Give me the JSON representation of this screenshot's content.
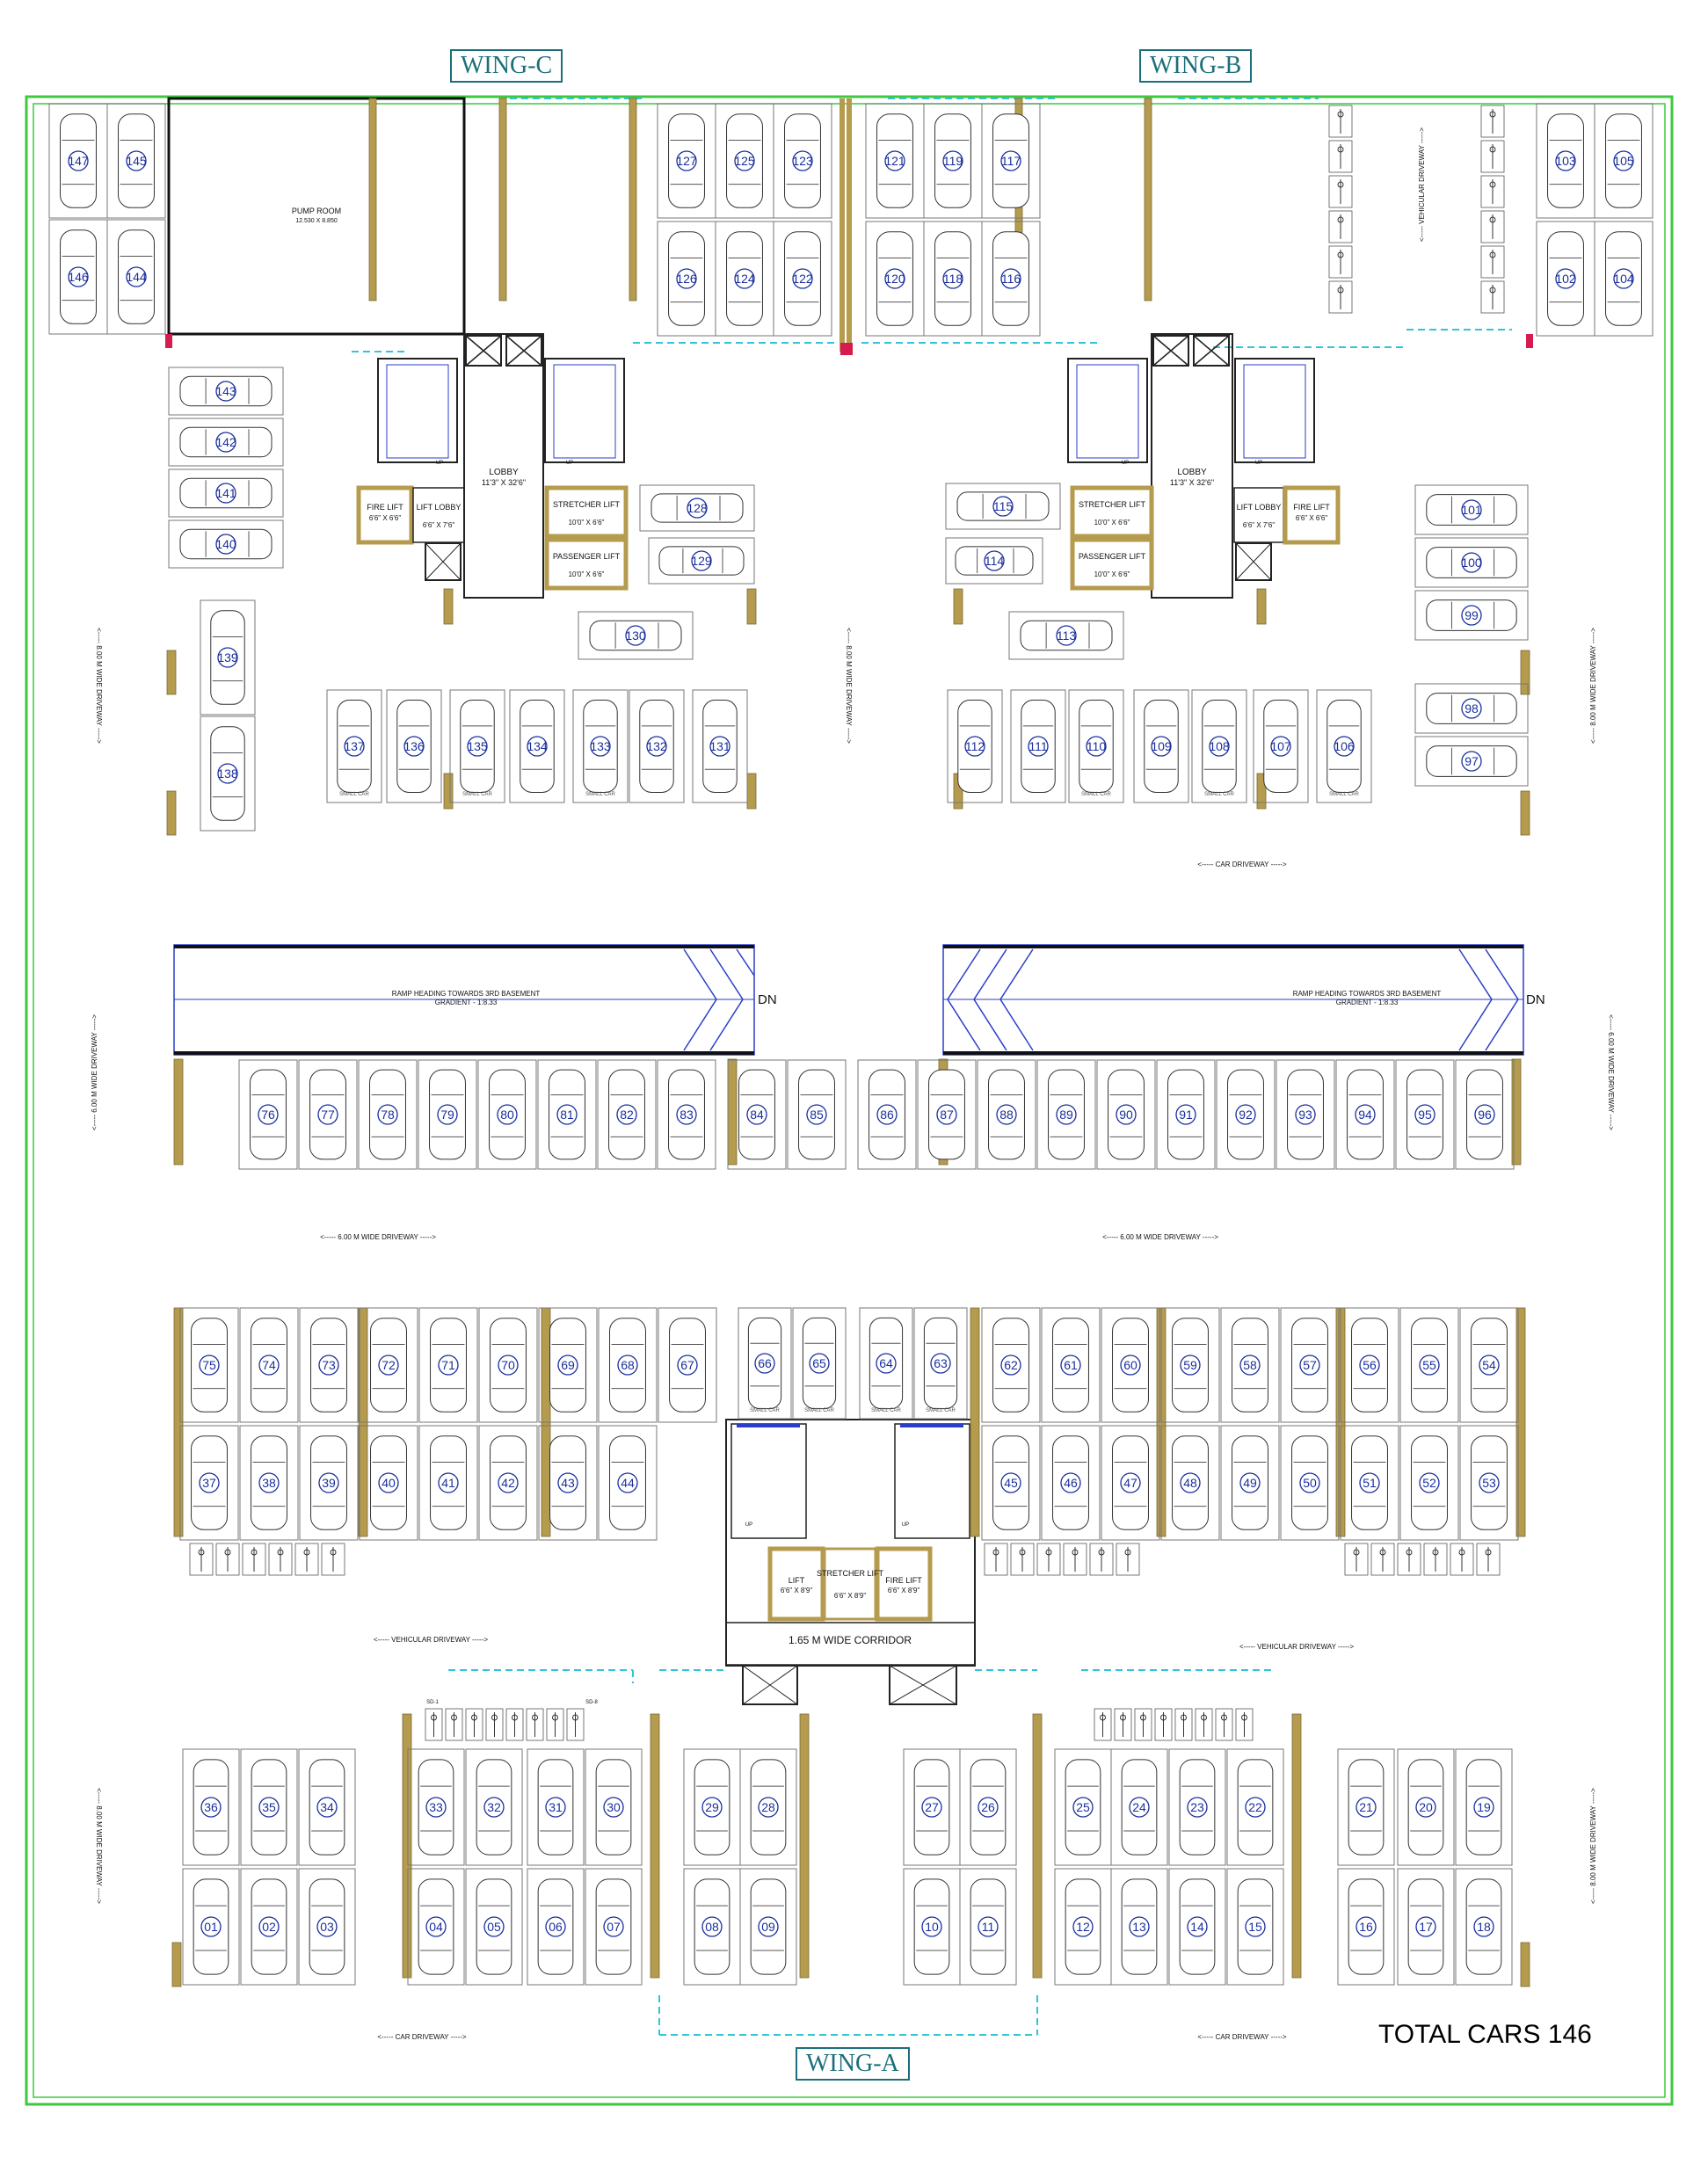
{
  "wings": {
    "c": "WING-C",
    "b": "WING-B",
    "a": "WING-A"
  },
  "total_label": "TOTAL CARS 146",
  "labels": {
    "pump_room": "PUMP ROOM",
    "pump_room_size": "12.530 X 8.850",
    "lobby": "LOBBY",
    "lobby_size": "11'3\" X 32'6\"",
    "lift_lobby": "LIFT LOBBY",
    "lift_lobby_size": "6'6\" X 7'6\"",
    "fire_lift": "FIRE LIFT",
    "fire_lift_size": "6'6\" X 6'6\"",
    "stretcher_lift": "STRETCHER LIFT",
    "stretcher_lift_size": "10'0\" X 6'6\"",
    "passenger_lift": "PASSENGER LIFT",
    "passenger_lift_size": "10'0\" X 6'6\"",
    "lift": "LIFT",
    "lift_a_size": "6'6\" X 8'9\"",
    "stretcher_a_size": "6'6\" X 8'9\"",
    "fire_a_size": "6'6\" X 8'9\"",
    "corridor": "1.65 M WIDE CORRIDOR",
    "up": "UP",
    "small_car": "SMALL CAR",
    "ramp": "RAMP HEADING TOWARDS 3RD BASEMENT",
    "gradient": "GRADIENT - 1:8.33",
    "dn": "DN",
    "driveway_600": "<----- 6.00 M WIDE DRIVEWAY ----->",
    "driveway_800": "<----- 8.00 M WIDE DRIVEWAY ----->",
    "car_driveway": "<----- CAR DRIVEWAY ----->",
    "vehicular_driveway": "<----- VEHICULAR DRIVEWAY ----->",
    "sd1": "SD-1",
    "sd8": "SD-8"
  },
  "colors": {
    "boundary": "#3ec83e",
    "column": "#b59b4e",
    "wall": "#222222",
    "dashed": "#33c4d6",
    "lift_blue": "#2a3ec8",
    "ramp_blue": "#2a3ec8",
    "wing_tag": "#1b6f7a",
    "number": "#1a2f9c",
    "red_mark": "#d61c4e"
  },
  "parking_numbers": {
    "top_left": [
      "147",
      "145",
      "146",
      "144"
    ],
    "pump_right": [
      "127",
      "125",
      "123",
      "126",
      "124",
      "122"
    ],
    "wing_b_top": [
      "121",
      "119",
      "117",
      "120",
      "118",
      "116"
    ],
    "right_top": [
      "103",
      "105",
      "102",
      "104"
    ],
    "left_stack": [
      "143",
      "142",
      "141",
      "140"
    ],
    "left_vertical": [
      "139",
      "138"
    ],
    "c_row": [
      "137",
      "136",
      "135",
      "134",
      "133",
      "132",
      "131"
    ],
    "c_singles": [
      "128",
      "129",
      "130"
    ],
    "b_singles": [
      "115",
      "114",
      "113"
    ],
    "b_row": [
      "112",
      "111",
      "110",
      "109",
      "108",
      "107",
      "106"
    ],
    "right_stack": [
      "101",
      "100",
      "99",
      "98",
      "97"
    ],
    "mid_row": [
      "76",
      "77",
      "78",
      "79",
      "80",
      "81",
      "82",
      "83",
      "84",
      "85",
      "86",
      "87",
      "88",
      "89",
      "90",
      "91",
      "92",
      "93",
      "94",
      "95",
      "96"
    ],
    "row_upper_left": [
      "75",
      "74",
      "73",
      "72",
      "71",
      "70",
      "69",
      "68",
      "67"
    ],
    "small_cars": [
      "66",
      "65",
      "64",
      "63"
    ],
    "row_upper_right": [
      "62",
      "61",
      "60",
      "59",
      "58",
      "57",
      "56",
      "55",
      "54"
    ],
    "row_lower_left": [
      "37",
      "38",
      "39",
      "40",
      "41",
      "42",
      "43",
      "44"
    ],
    "row_lower_right": [
      "45",
      "46",
      "47",
      "48",
      "49",
      "50",
      "51",
      "52",
      "53"
    ],
    "bottom_upper": [
      "36",
      "35",
      "34",
      "33",
      "32",
      "31",
      "30",
      "29",
      "28",
      "27",
      "26",
      "25",
      "24",
      "23",
      "22",
      "21",
      "20",
      "19"
    ],
    "bottom_lower": [
      "01",
      "02",
      "03",
      "04",
      "05",
      "06",
      "07",
      "08",
      "09",
      "10",
      "11",
      "12",
      "13",
      "14",
      "15",
      "16",
      "17",
      "18"
    ]
  }
}
